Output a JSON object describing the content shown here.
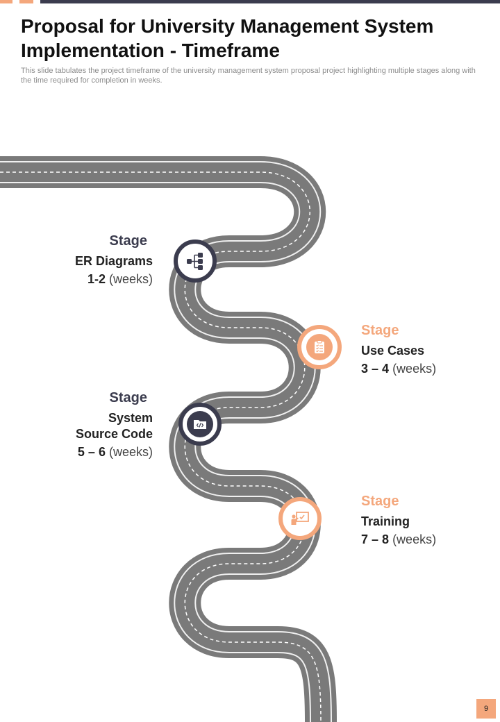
{
  "header": {
    "title": "Proposal for University Management System Implementation - Timeframe",
    "subtitle": "This slide tabulates the project timeframe of the university management system proposal project highlighting multiple stages along with the time required for completion in weeks."
  },
  "colors": {
    "dark": "#3b3c4e",
    "accent": "#f4a77c",
    "road": "#7a7a7a",
    "road_edge": "#ffffff"
  },
  "stages": [
    {
      "heading": "Stage",
      "name": "ER Diagrams",
      "weeks_value": "1-2",
      "weeks_unit": "(weeks)",
      "icon": "hierarchy-icon",
      "color": "dark"
    },
    {
      "heading": "Stage",
      "name": "Use Cases",
      "weeks_value": "3 – 4",
      "weeks_unit": "(weeks)",
      "icon": "clipboard-checklist-icon",
      "color": "accent"
    },
    {
      "heading": "Stage",
      "name_line1": "System",
      "name_line2": "Source Code",
      "weeks_value": "5 – 6",
      "weeks_unit": "(weeks)",
      "icon": "code-folder-icon",
      "color": "dark"
    },
    {
      "heading": "Stage",
      "name": "Training",
      "weeks_value": "7 – 8",
      "weeks_unit": "(weeks)",
      "icon": "presentation-board-icon",
      "color": "accent"
    }
  ],
  "footer": {
    "page_number": "9"
  }
}
